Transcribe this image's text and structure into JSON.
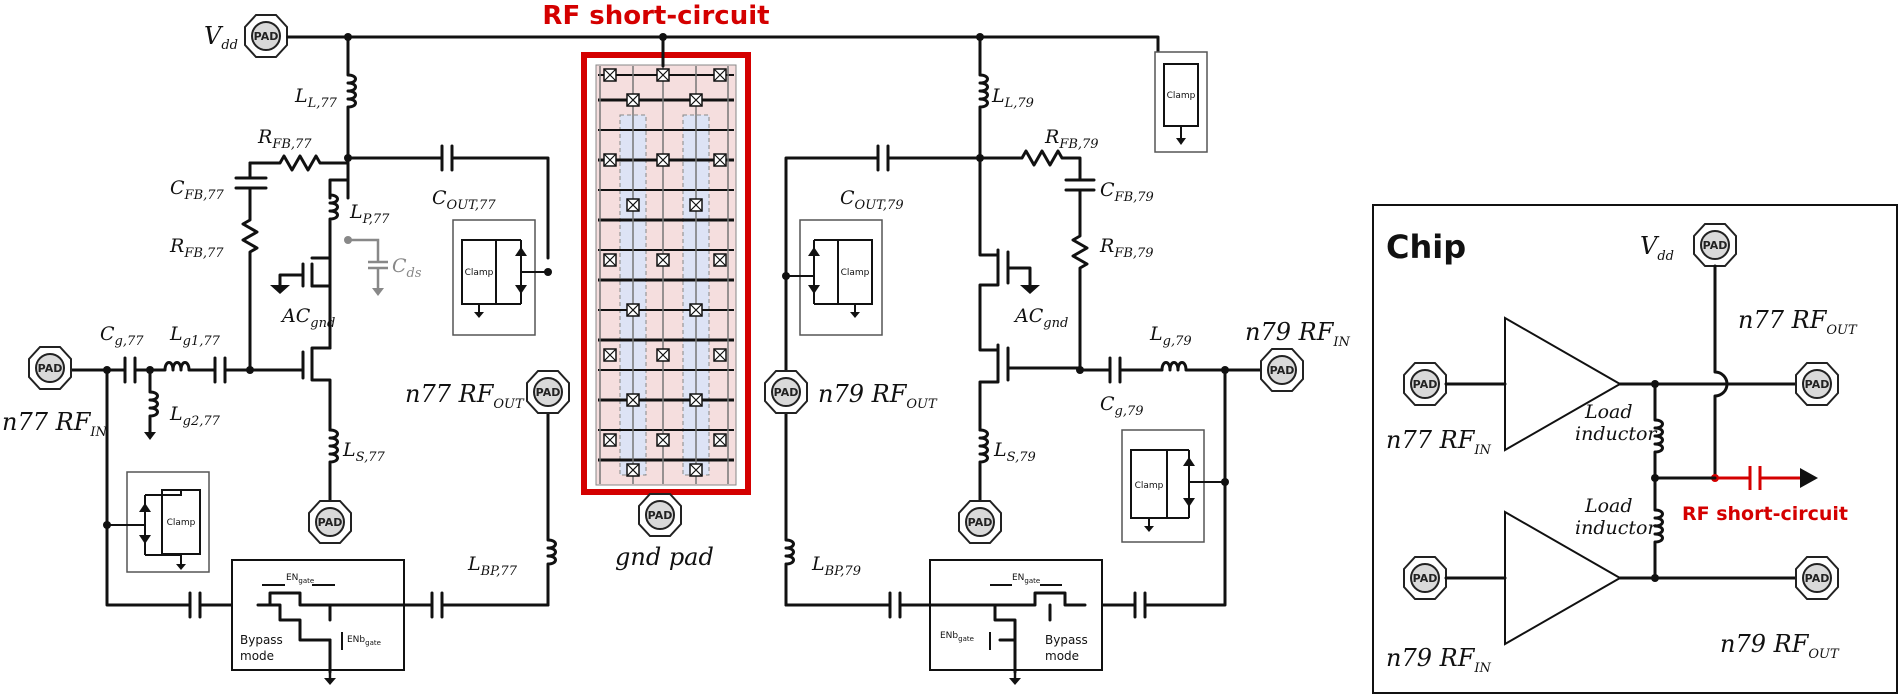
{
  "title": "RF short-circuit",
  "pad_label": "PAD",
  "clamp_label": "Clamp",
  "vdd": {
    "main": "V",
    "sub": "dd"
  },
  "left": {
    "L_L": {
      "main": "L",
      "sub": "L,77"
    },
    "R_FB": {
      "main": "R",
      "sub": "FB,77"
    },
    "C_FB": {
      "main": "C",
      "sub": "FB,77"
    },
    "R_FB2": {
      "main": "R",
      "sub": "FB,77"
    },
    "L_P": {
      "main": "L",
      "sub": "P,77"
    },
    "C_OUT": {
      "main": "C",
      "sub": "OUT,77"
    },
    "C_ds": {
      "main": "C",
      "sub": "ds"
    },
    "AC_gnd": {
      "main": "AC",
      "sub": "gnd"
    },
    "C_g": {
      "main": "C",
      "sub": "g,77"
    },
    "L_g1": {
      "main": "L",
      "sub": "g1,77"
    },
    "L_g2": {
      "main": "L",
      "sub": "g2,77"
    },
    "rf_in": {
      "main": "n77 RF",
      "sub": "IN"
    },
    "rf_out": {
      "main": "n77 RF",
      "sub": "OUT"
    },
    "L_S": {
      "main": "L",
      "sub": "S,77"
    },
    "L_BP": {
      "main": "L",
      "sub": "BP,77"
    },
    "en_gate": {
      "main": "EN",
      "sub": "gate"
    },
    "enb_gate": {
      "main": "ENb",
      "sub": "gate"
    },
    "bypass_line1": "Bypass",
    "bypass_line2": "mode"
  },
  "right": {
    "L_L": {
      "main": "L",
      "sub": "L,79"
    },
    "R_FB": {
      "main": "R",
      "sub": "FB,79"
    },
    "C_FB": {
      "main": "C",
      "sub": "FB,79"
    },
    "R_FB2": {
      "main": "R",
      "sub": "FB,79"
    },
    "C_OUT": {
      "main": "C",
      "sub": "OUT,79"
    },
    "AC_gnd": {
      "main": "AC",
      "sub": "gnd"
    },
    "L_g": {
      "main": "L",
      "sub": "g,79"
    },
    "C_g": {
      "main": "C",
      "sub": "g,79"
    },
    "rf_in": {
      "main": "n79 RF",
      "sub": "IN"
    },
    "rf_out": {
      "main": "n79 RF",
      "sub": "OUT"
    },
    "L_S": {
      "main": "L",
      "sub": "S,79"
    },
    "L_BP": {
      "main": "L",
      "sub": "BP,79"
    },
    "en_gate": {
      "main": "EN",
      "sub": "gate"
    },
    "enb_gate": {
      "main": "ENb",
      "sub": "gate"
    },
    "bypass_line1": "Bypass",
    "bypass_line2": "mode"
  },
  "gnd_pad": "gnd pad",
  "chip": {
    "title": "Chip",
    "vdd": {
      "main": "V",
      "sub": "dd"
    },
    "n77_out": {
      "main": "n77 RF",
      "sub": "OUT"
    },
    "n77_in": {
      "main": "n77 RF",
      "sub": "IN"
    },
    "n79_in": {
      "main": "n79 RF",
      "sub": "IN"
    },
    "n79_out": {
      "main": "n79 RF",
      "sub": "OUT"
    },
    "load_inductor_1a": "Load",
    "load_inductor_1b": "inductor",
    "load_inductor_2a": "Load",
    "load_inductor_2b": "inductor",
    "rf_short": "RF short-circuit"
  },
  "colors": {
    "highlight": "#d40000",
    "wire": "#111111",
    "shade_red": "#f5dede",
    "shade_blue": "#dde3f5"
  }
}
